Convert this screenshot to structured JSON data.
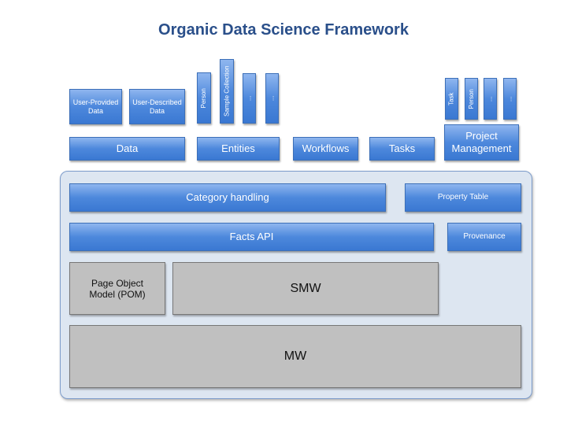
{
  "title": "Organic Data Science Framework",
  "data_sub": [
    "User-Provided Data",
    "User-Described Data"
  ],
  "entities_sub": [
    "Person",
    "Sample Collection",
    "...",
    "..."
  ],
  "pm_sub": [
    "Task",
    "Person",
    "...",
    "..."
  ],
  "top": {
    "data": "Data",
    "entities": "Entities",
    "workflows": "Workflows",
    "tasks": "Tasks",
    "pm": "Project Management"
  },
  "layers": {
    "category": "Category handling",
    "property": "Property Table",
    "facts": "Facts API",
    "provenance": "Provenance",
    "pom": "Page Object Model (POM)",
    "smw": "SMW",
    "mw": "MW"
  }
}
